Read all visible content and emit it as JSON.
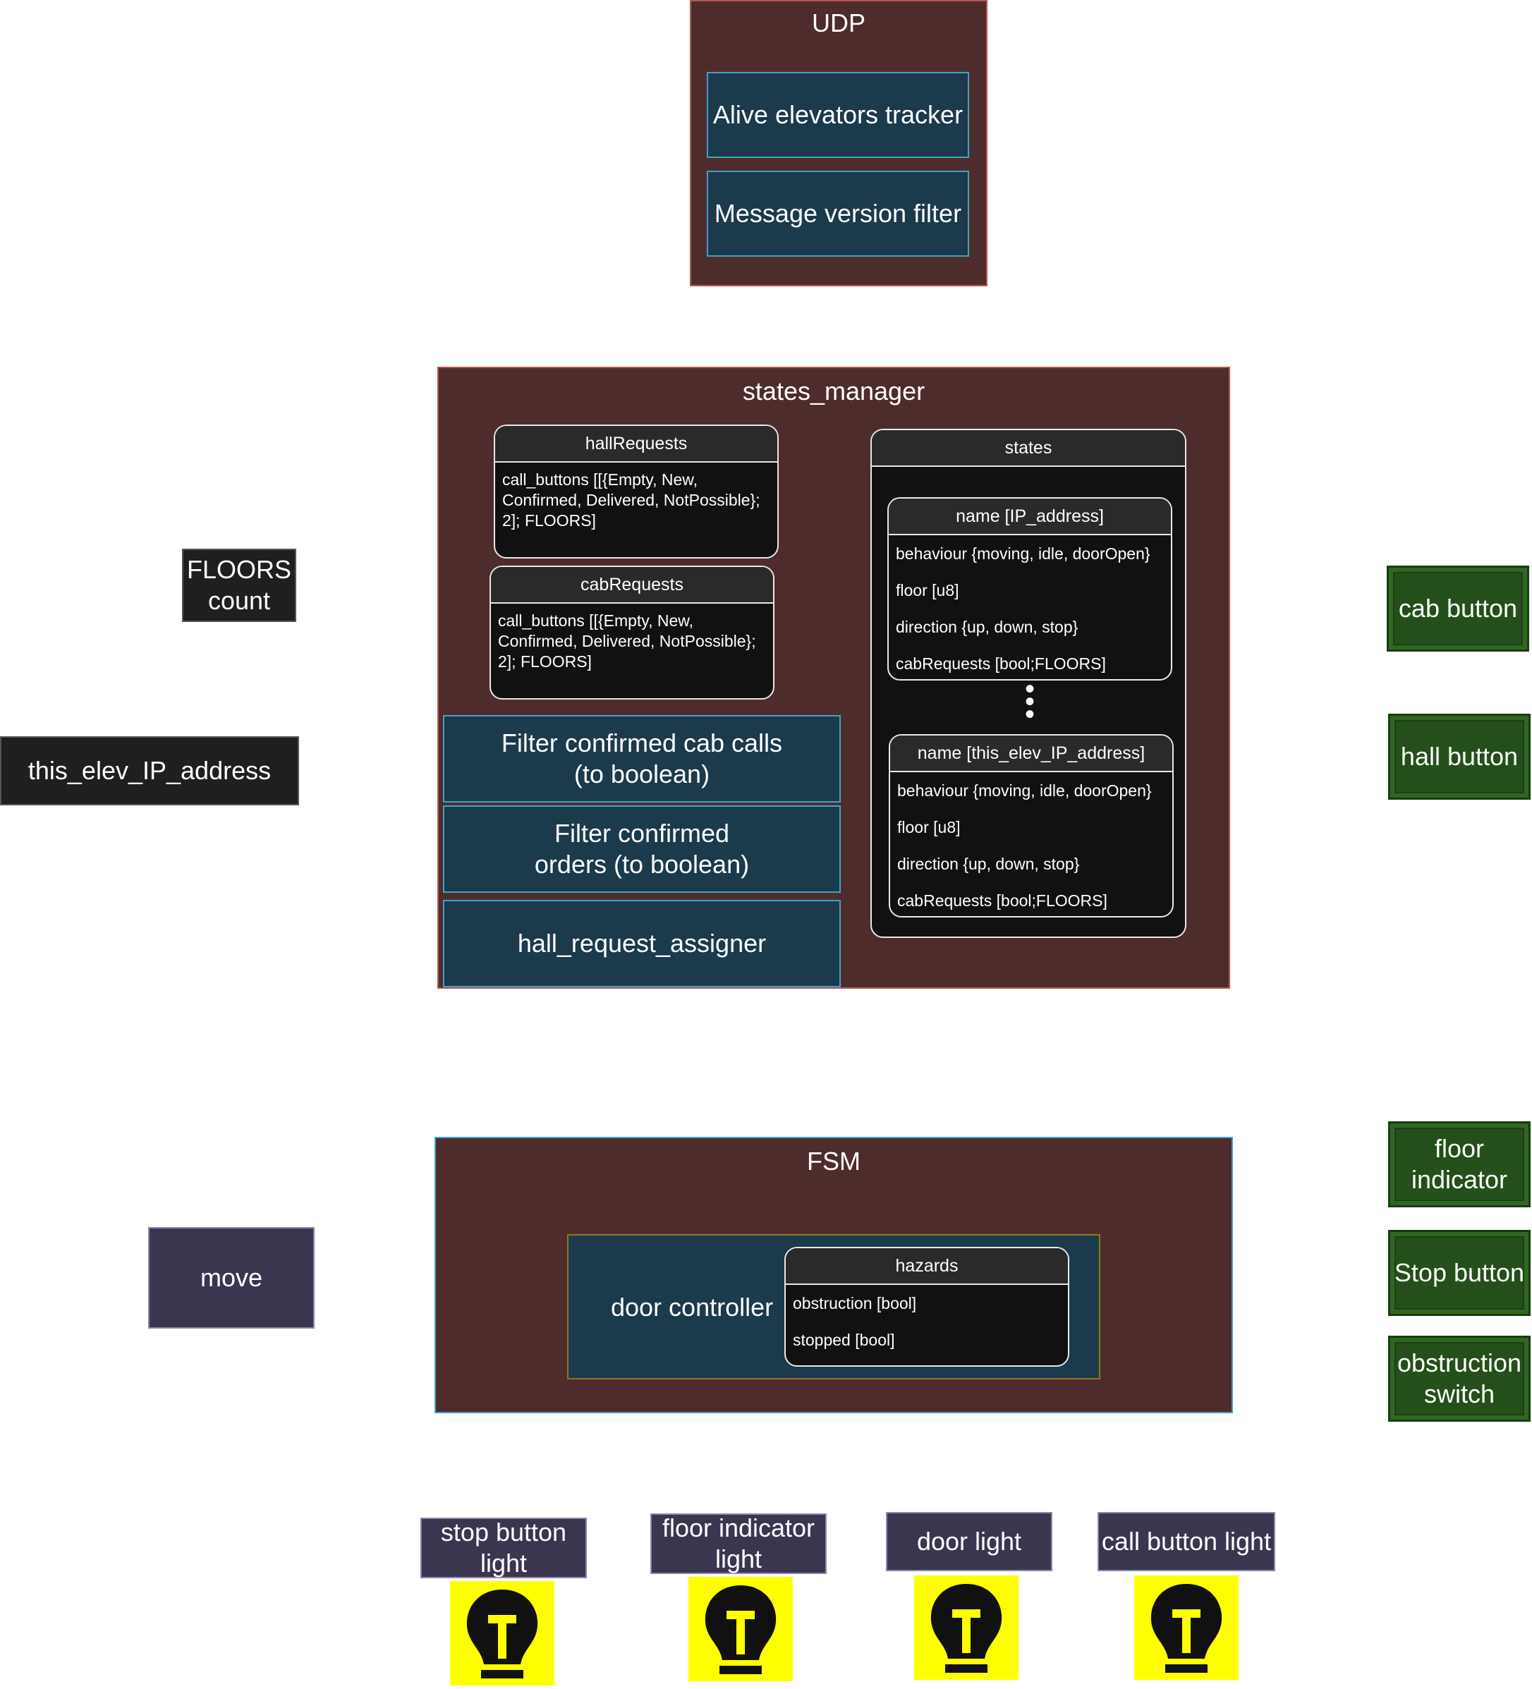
{
  "udp": {
    "title": "UDP",
    "alive_tracker": "Alive elevators tracker",
    "version_filter": "Message version filter"
  },
  "states_manager": {
    "title": "states_manager",
    "hall_requests": {
      "header": "hallRequests",
      "body": "call_buttons [[{Empty, New, Confirmed, Delivered, NotPossible}; 2]; FLOORS]"
    },
    "cab_requests": {
      "header": "cabRequests",
      "body": "call_buttons [[{Empty, New, Confirmed, Delivered, NotPossible}; 2]; FLOORS]"
    },
    "filter_cab_calls": "Filter confirmed cab calls (to boolean)",
    "filter_orders": "Filter confirmed orders (to boolean)",
    "hall_request_assigner": "hall_request_assigner",
    "states": {
      "header": "states",
      "entries": [
        {
          "header": "name [IP_address]",
          "rows": [
            "behaviour {moving, idle, doorOpen}",
            "floor [u8]",
            "direction {up, down, stop}",
            "cabRequests [bool;FLOORS]"
          ]
        },
        {
          "header": "name [this_elev_IP_address]",
          "rows": [
            "behaviour {moving, idle, doorOpen}",
            "floor [u8]",
            "direction {up, down, stop}",
            "cabRequests [bool;FLOORS]"
          ]
        }
      ]
    }
  },
  "floors_count": "FLOORS count",
  "this_elev_ip": "this_elev_IP_address",
  "move": "move",
  "fsm": {
    "title": "FSM",
    "door_controller": "door controller",
    "hazards": {
      "header": "hazards",
      "rows": [
        "obstruction [bool]",
        "stopped [bool]"
      ]
    }
  },
  "inputs": {
    "cab_button": "cab button",
    "hall_button": "hall button",
    "floor_indicator": "floor indicator",
    "stop_button": "Stop button",
    "obstruction_switch": "obstruction switch"
  },
  "lights": [
    {
      "label": "stop button light"
    },
    {
      "label": "floor indicator light"
    },
    {
      "label": "door light"
    },
    {
      "label": "call button light"
    }
  ],
  "colors": {
    "container": "#4f2c2c",
    "process": "#1b3a4b",
    "hardware_input": "#254f1a",
    "hardware_output": "#3a3650",
    "bulb_background": "#ffff00"
  }
}
